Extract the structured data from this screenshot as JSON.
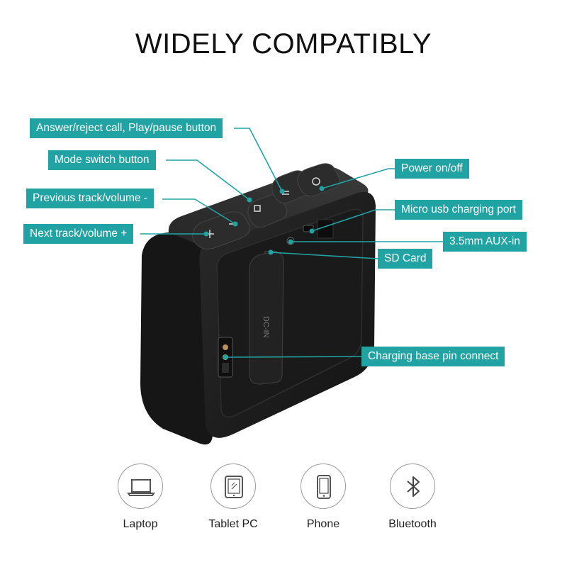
{
  "title": "WIDELY COMPATIBLY",
  "callouts": {
    "answer": "Answer/reject call, Play/pause button",
    "mode": "Mode switch button",
    "previous": "Previous track/volume -",
    "next": "Next track/volume +",
    "power": "Power on/off",
    "usb": "Micro usb charging port",
    "aux": "3.5mm AUX-in",
    "sd": "SD Card",
    "pins": "Charging base pin connect"
  },
  "printed_marks": {
    "dc_in": "DC-IN"
  },
  "devices": [
    {
      "label": "Laptop",
      "icon": "laptop-icon"
    },
    {
      "label": "Tablet PC",
      "icon": "tablet-icon"
    },
    {
      "label": "Phone",
      "icon": "phone-icon"
    },
    {
      "label": "Bluetooth",
      "icon": "bluetooth-icon"
    }
  ],
  "colors": {
    "accent": "#21a3a4",
    "speaker": "#1e1e1e",
    "icon_stroke": "#555555"
  }
}
